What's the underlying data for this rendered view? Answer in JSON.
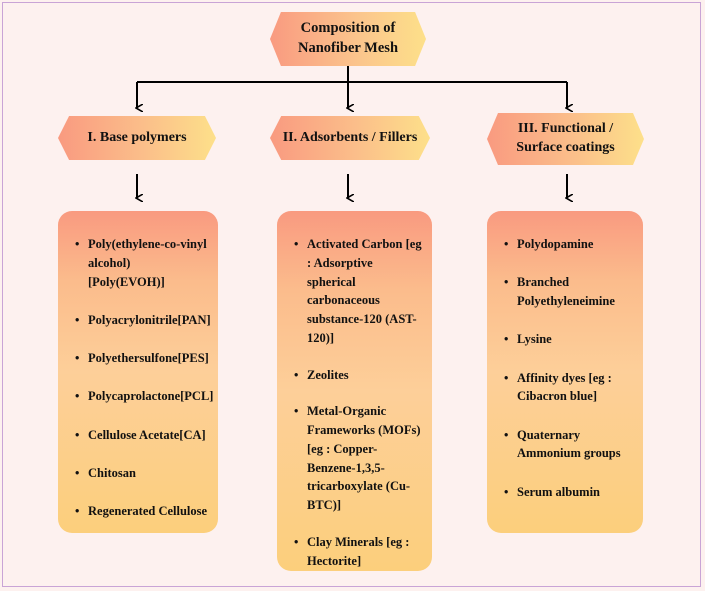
{
  "root": {
    "title_line1": "Composition of",
    "title_line2": "Nanofiber Mesh"
  },
  "categories": [
    {
      "title_line1": "I. Base polymers",
      "title_line2": "",
      "items": [
        "Poly(ethylene-co-vinyl alcohol) [Poly(EVOH)]",
        "Polyacrylonitrile[PAN]",
        "Polyethersulfone[PES]",
        "Polycaprolactone[PCL]",
        "Cellulose Acetate[CA]",
        "Chitosan",
        "Regenerated Cellulose"
      ]
    },
    {
      "title_line1": "II. Adsorbents / Fillers",
      "title_line2": "",
      "items": [
        "Activated Carbon [eg : Adsorptive spherical carbonaceous substance-120 (AST-120)]",
        "Zeolites",
        "Metal-Organic Frameworks (MOFs) [eg : Copper-Benzene-1,3,5-tricarboxylate (Cu-BTC)]",
        "Clay Minerals [eg : Hectorite]"
      ]
    },
    {
      "title_line1": "III. Functional /",
      "title_line2": "Surface coatings",
      "items": [
        "Polydopamine",
        "Branched Polyethyleneimine",
        "Lysine",
        "Affinity dyes [eg : Cibacron blue]",
        "Quaternary Ammonium groups",
        "Serum albumin"
      ]
    }
  ],
  "bullet_symbol": "•",
  "colors": {
    "gradient_start": "#f99a80",
    "gradient_end": "#fde08a",
    "page_background": "#fdf1ef",
    "border": "#c9a4d6",
    "line": "#000000"
  }
}
